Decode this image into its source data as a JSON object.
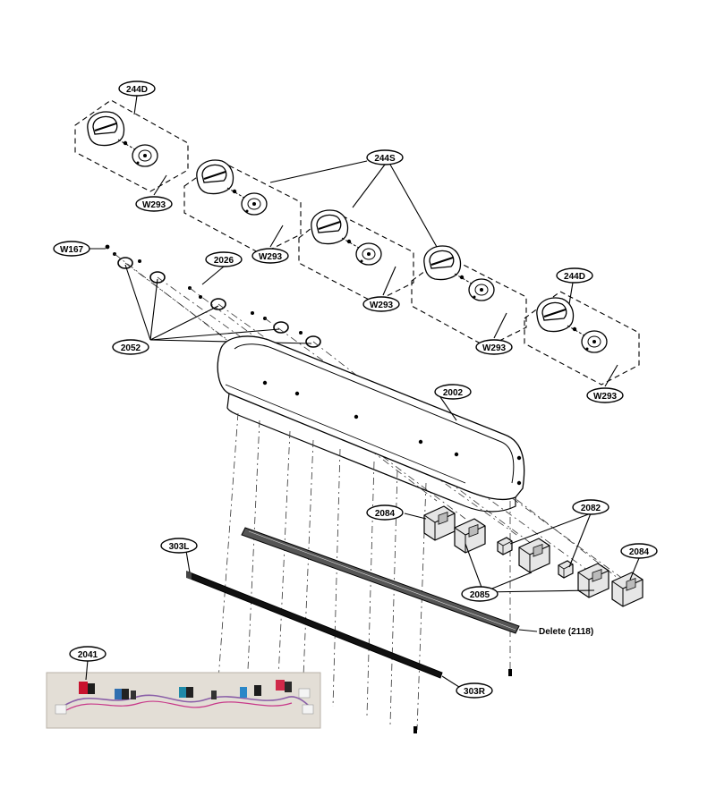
{
  "callouts": {
    "c244d_top": "244D",
    "c244s": "244S",
    "c244d_right": "244D",
    "w293_1": "W293",
    "w293_2": "W293",
    "w293_3": "W293",
    "w293_4": "W293",
    "w293_5": "W293",
    "w167": "W167",
    "c2026": "2026",
    "c2052": "2052",
    "c2002": "2002",
    "c2084_left": "2084",
    "c2082": "2082",
    "c2084_right": "2084",
    "c2085": "2085",
    "c303l": "303L",
    "c303r": "303R",
    "c2041": "2041"
  },
  "notes": {
    "delete_2118": "Delete (2118)"
  },
  "icons": {
    "knob": "knob-icon",
    "wire_harness": "wire-harness-photo"
  }
}
